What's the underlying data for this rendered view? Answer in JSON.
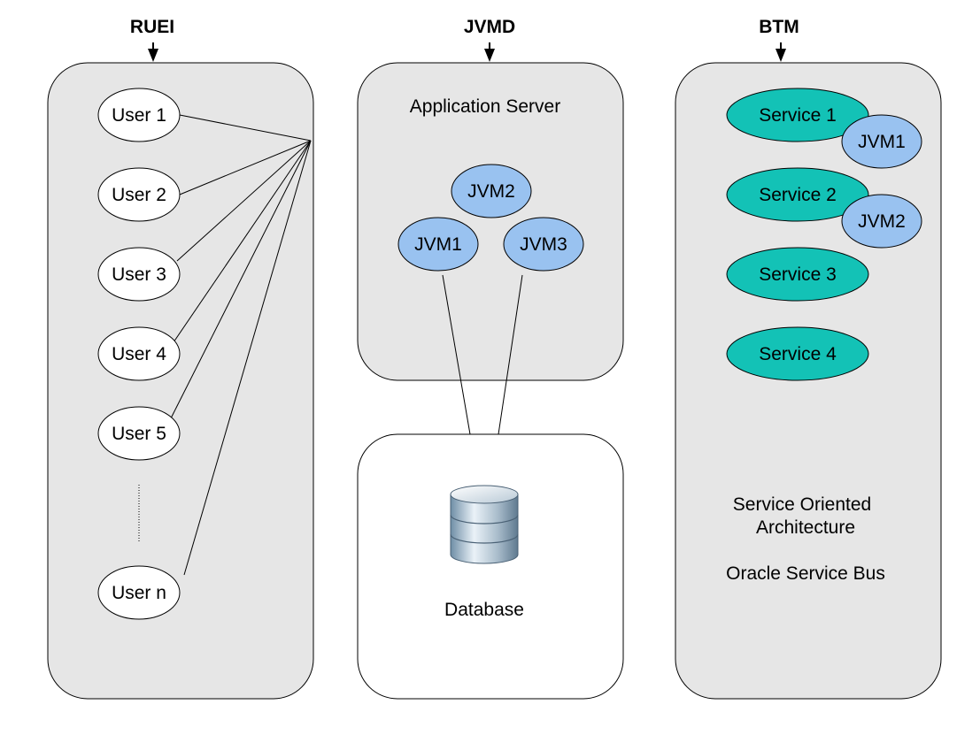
{
  "columns": {
    "ruei": {
      "title": "RUEI",
      "users": [
        "User 1",
        "User 2",
        "User 3",
        "User 4",
        "User 5",
        "User n"
      ]
    },
    "jvmd": {
      "title": "JVMD",
      "app_server_label": "Application Server",
      "jvms": [
        "JVM2",
        "JVM1",
        "JVM3"
      ],
      "database_label": "Database"
    },
    "btm": {
      "title": "BTM",
      "services": [
        "Service 1",
        "Service 2",
        "Service 3",
        "Service 4"
      ],
      "service_jvms": [
        "JVM1",
        "JVM2"
      ],
      "soa_line1": "Service Oriented",
      "soa_line2": "Architecture",
      "osb_label": "Oracle Service Bus"
    }
  },
  "colors": {
    "panel_fill": "#e6e6e6",
    "jvm_fill": "#99c2f0",
    "service_fill": "#13c2b6",
    "outline": "#000000"
  }
}
